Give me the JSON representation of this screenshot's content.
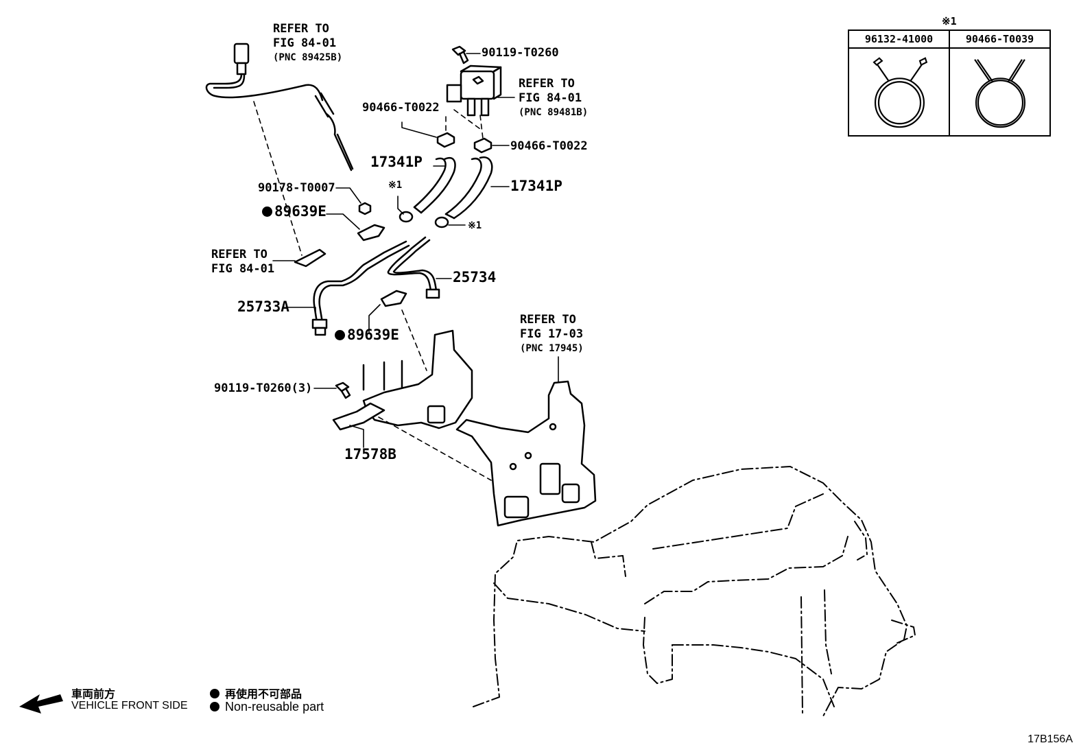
{
  "inset": {
    "mark": "※1",
    "columns": [
      {
        "part_number": "96132-41000",
        "icon": "spring-clamp-icon"
      },
      {
        "part_number": "90466-T0039",
        "icon": "wire-clamp-icon"
      }
    ]
  },
  "callouts": {
    "refer_84_01_sensor": {
      "line1": "REFER TO",
      "line2": "FIG 84-01",
      "line3": "(PNC 89425B)"
    },
    "p90119_t0260": "90119-T0260",
    "refer_84_01_pressure": {
      "line1": "REFER TO",
      "line2": "FIG 84-01",
      "line3": "(PNC 89481B)"
    },
    "p90466_t0022_left": "90466-T0022",
    "p90466_t0022_right": "90466-T0022",
    "p17341p_left": "17341P",
    "p17341p_right": "17341P",
    "clamp_mark_left": "※1",
    "clamp_mark_right": "※1",
    "p90178_t0007": "90178-T0007",
    "p89639e_upper": "89639E",
    "refer_84_01_bracket": {
      "line1": "REFER TO",
      "line2": "FIG 84-01"
    },
    "p25734": "25734",
    "p25733a": "25733A",
    "p89639e_lower": "89639E",
    "refer_17_03": {
      "line1": "REFER TO",
      "line2": "FIG 17-03",
      "line3": "(PNC 17945)"
    },
    "p90119_t0260_3": "90119-T0260(3)",
    "p17578b": "17578B"
  },
  "legend": {
    "front_jp": "車両前方",
    "front_en": "VEHICLE FRONT SIDE",
    "nonreuse_jp": "再使用不可部品",
    "nonreuse_en": "Non-reusable part"
  },
  "figure_code": "17B156A"
}
